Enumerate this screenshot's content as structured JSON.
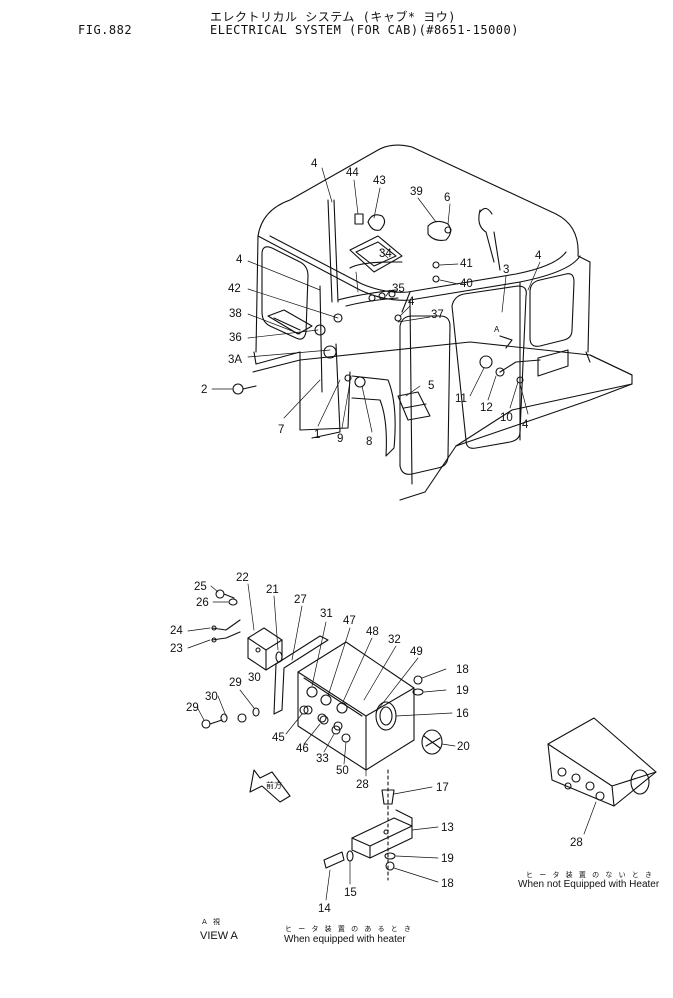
{
  "header": {
    "fig": "FIG.882",
    "jp_title": "エレクトリカル システム (キャブ* ヨウ)",
    "title": "ELECTRICAL SYSTEM (FOR CAB)(#8651-15000)"
  },
  "view": {
    "jp": "A 視",
    "label": "VIEW A",
    "arrow_label": "前方"
  },
  "captions": {
    "with_heater_jp": "ヒ ー タ 装 置 の あ る と き",
    "with_heater": "When equipped with heater",
    "without_heater_jp": "ヒ ー タ 装 置 の な い と き",
    "without_heater": "When not Equipped with Heater"
  },
  "callouts": [
    "4",
    "44",
    "43",
    "39",
    "6",
    "34",
    "41",
    "40",
    "3",
    "4",
    "42",
    "38",
    "36",
    "3A",
    "35",
    "4",
    "37",
    "A",
    "4",
    "2",
    "7",
    "1",
    "9",
    "8",
    "5",
    "11",
    "12",
    "10",
    "4",
    "25",
    "22",
    "21",
    "26",
    "27",
    "24",
    "23",
    "31",
    "47",
    "48",
    "32",
    "49",
    "18",
    "19",
    "16",
    "30",
    "29",
    "29",
    "30",
    "45",
    "46",
    "33",
    "50",
    "28",
    "20",
    "17",
    "13",
    "19",
    "18",
    "15",
    "14",
    "28"
  ]
}
